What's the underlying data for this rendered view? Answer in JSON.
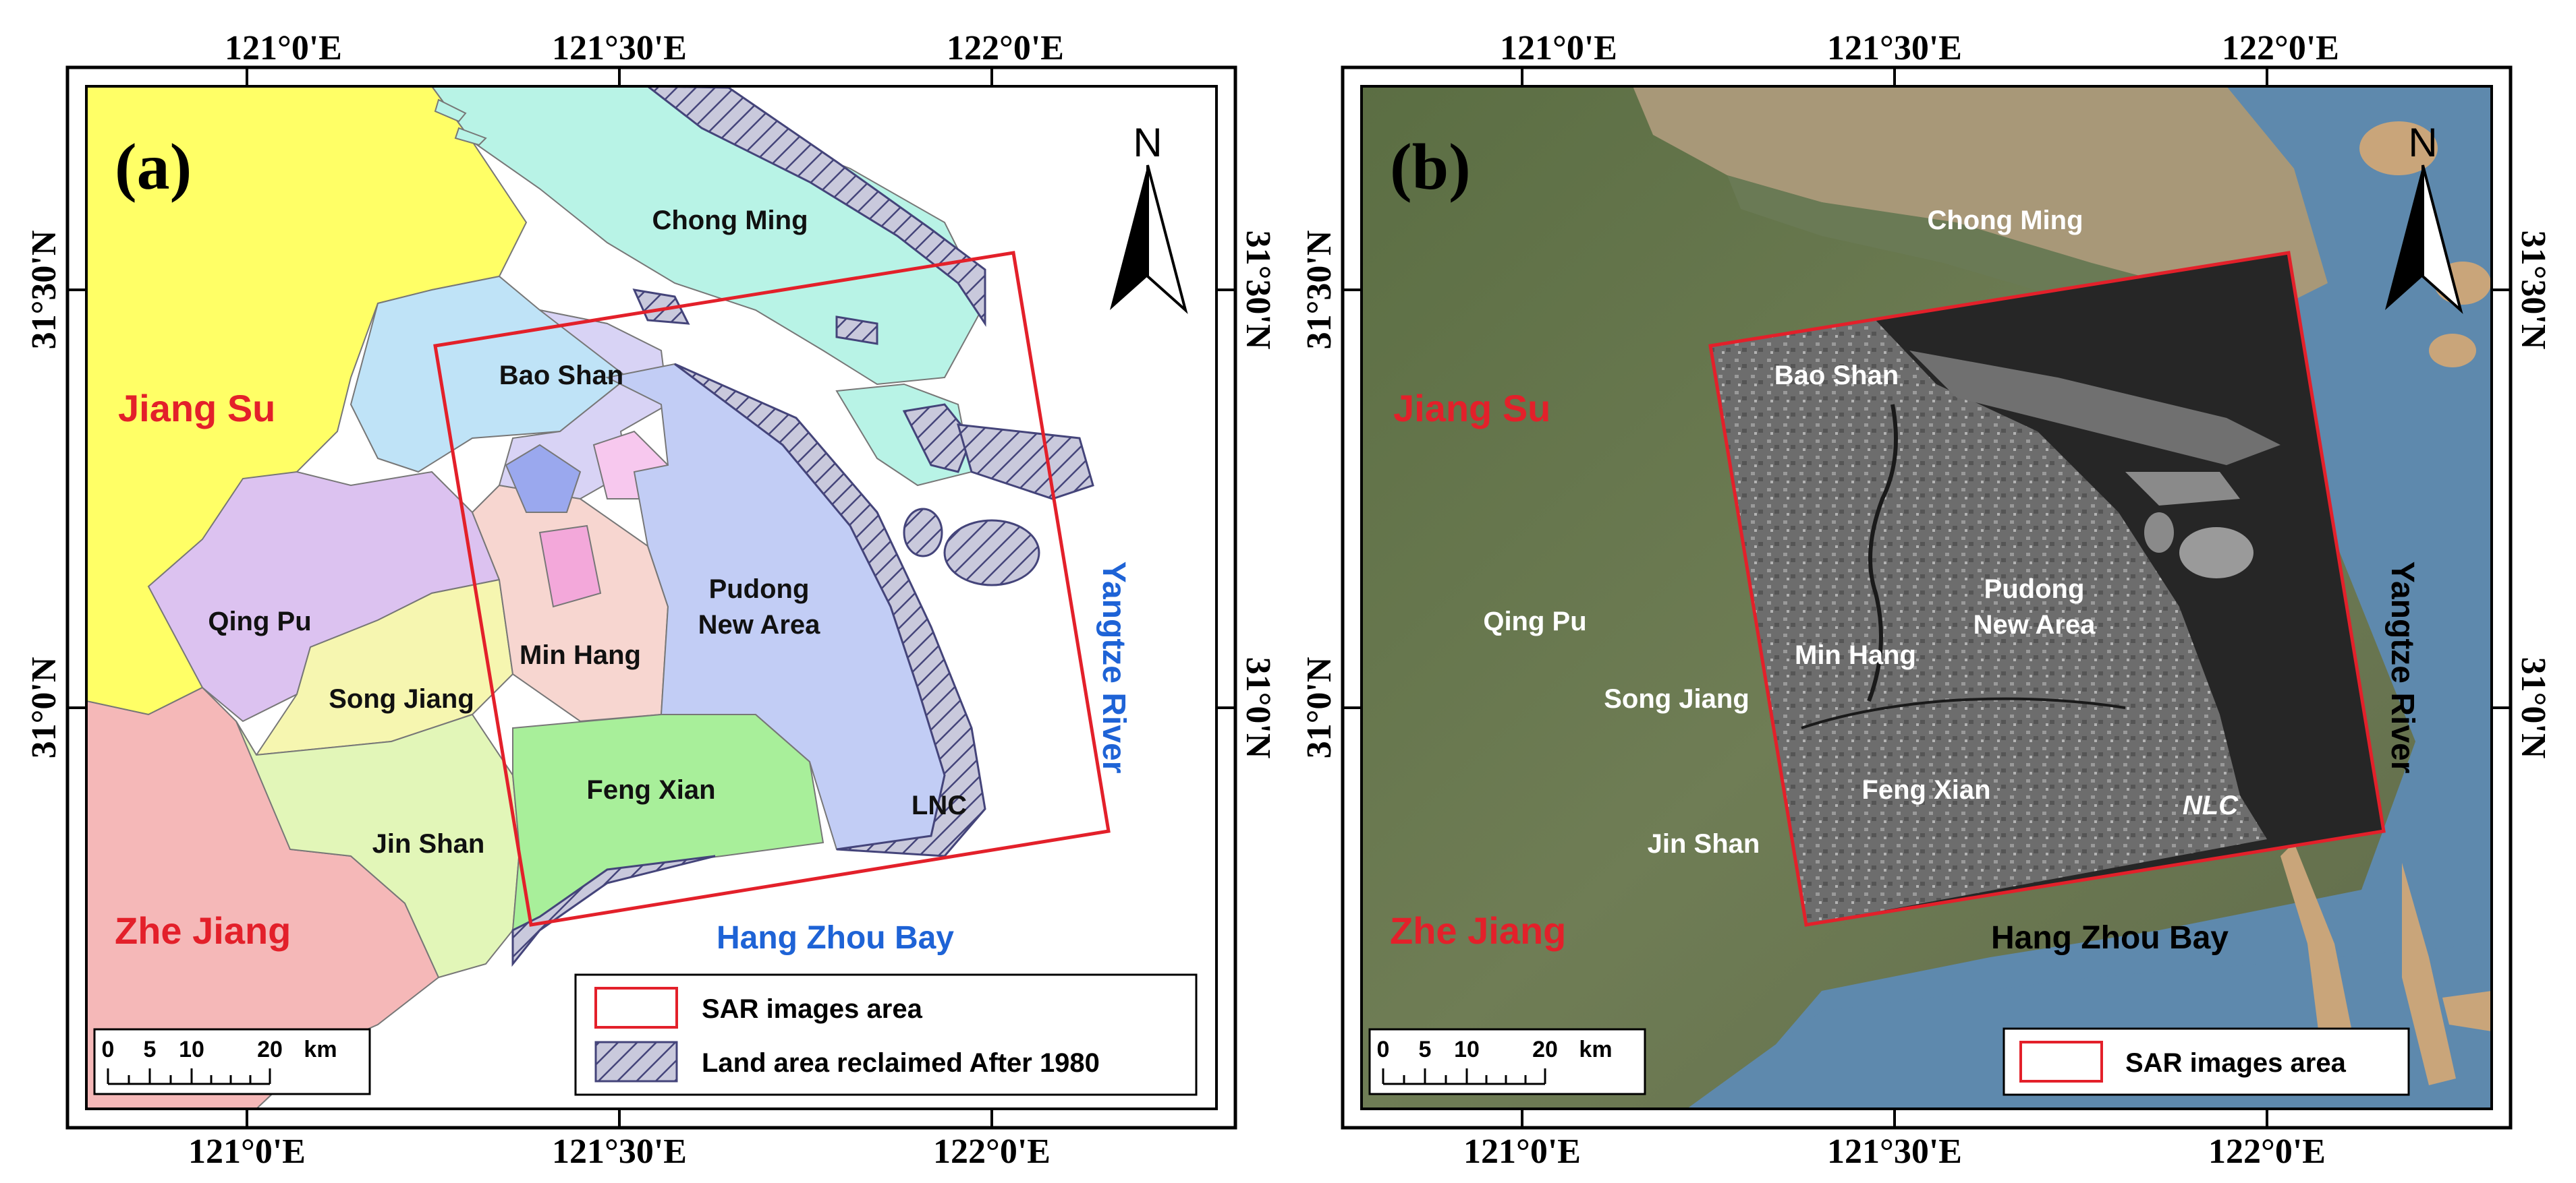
{
  "panel_a": {
    "tag": "(a)",
    "lon_ticks": [
      "121°0'E",
      "121°30'E",
      "122°0'E"
    ],
    "lat_ticks": [
      "31°30'N",
      "31°0'N"
    ],
    "provinces": {
      "jiangsu": "Jiang Su",
      "zhejiang": "Zhe Jiang"
    },
    "districts": {
      "chongming": "Chong Ming",
      "baoshan": "Bao Shan",
      "qingpu": "Qing Pu",
      "songjiang": "Song Jiang",
      "minhang": "Min Hang",
      "pudong_1": "Pudong",
      "pudong_2": "New Area",
      "fengxian": "Feng Xian",
      "jinshan": "Jin Shan",
      "lnc": "LNC"
    },
    "water": {
      "river": "Yangtze River",
      "bay": "Hang Zhou Bay"
    },
    "north": "N",
    "scale": {
      "labels": [
        "0",
        "5",
        "10",
        "20"
      ],
      "unit": "km"
    },
    "legend": {
      "sar": "SAR images area",
      "reclaimed": "Land area reclaimed After 1980"
    }
  },
  "panel_b": {
    "tag": "(b)",
    "lon_ticks": [
      "121°0'E",
      "121°30'E",
      "122°0'E"
    ],
    "lat_ticks": [
      "31°30'N",
      "31°0'N"
    ],
    "provinces": {
      "jiangsu": "Jiang Su",
      "zhejiang": "Zhe Jiang"
    },
    "districts": {
      "chongming": "Chong Ming",
      "baoshan": "Bao Shan",
      "qingpu": "Qing Pu",
      "songjiang": "Song Jiang",
      "minhang": "Min Hang",
      "pudong_1": "Pudong",
      "pudong_2": "New Area",
      "fengxian": "Feng Xian",
      "jinshan": "Jin Shan",
      "nlc": "NLC"
    },
    "water": {
      "river": "Yangtze River",
      "bay": "Hang Zhou Bay"
    },
    "north": "N",
    "scale": {
      "labels": [
        "0",
        "5",
        "10",
        "20"
      ],
      "unit": "km"
    },
    "legend": {
      "sar": "SAR images area"
    }
  },
  "colors": {
    "jiangsu": "#ffff66",
    "zhejiang": "#f5b8b8",
    "chongming": "#b8f3e6",
    "sar_outline": "#e3202a",
    "reclaimed_fill": "#b9b9cf",
    "land_sat": "#5f7048",
    "water_sat_brown": "#a89878",
    "sea_sat": "#5e89ad",
    "sar_image": "#2a2a2a"
  }
}
